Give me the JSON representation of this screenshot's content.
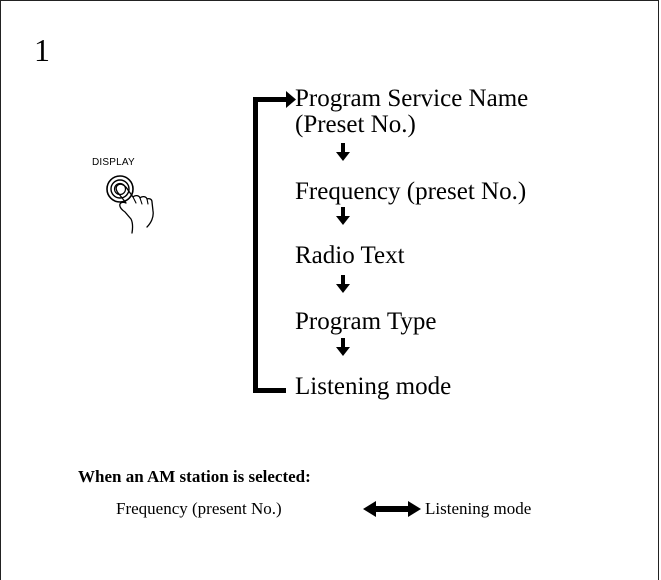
{
  "step": {
    "number": "1"
  },
  "button": {
    "label": "DISPLAY",
    "icon": "hand-pressing-button-icon"
  },
  "flow": {
    "items": [
      {
        "line1": "Program Service Name",
        "line2": "(Preset No.)"
      },
      {
        "line1": "Frequency (preset No.)"
      },
      {
        "line1": "Radio Text"
      },
      {
        "line1": "Program Type"
      },
      {
        "line1": "Listening mode"
      }
    ]
  },
  "am": {
    "heading": "When an AM station is selected:",
    "left": "Frequency (present No.)",
    "right": "Listening mode",
    "arrow_icon": "double-arrow-icon"
  }
}
